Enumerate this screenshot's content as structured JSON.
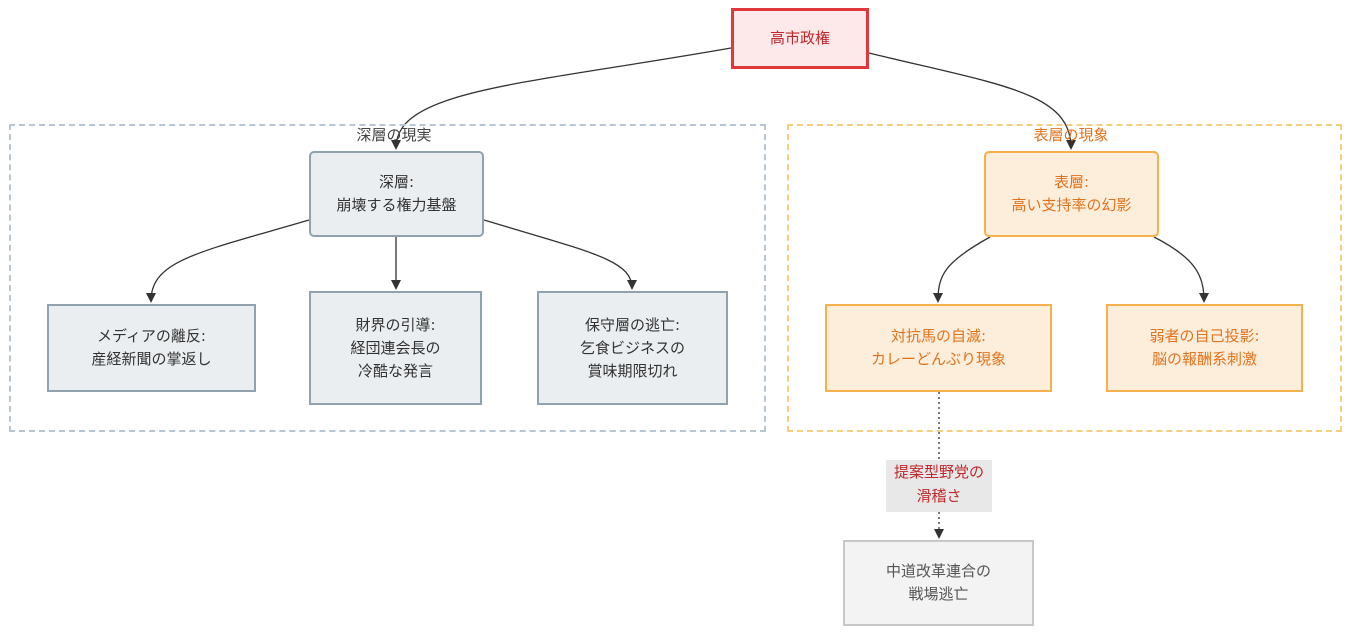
{
  "diagram": {
    "root": {
      "label": "高市政権",
      "colors": {
        "fill": "#fde8ea",
        "stroke": "#e0383c",
        "text": "#c0282b"
      }
    },
    "clusters": [
      {
        "id": "deep",
        "title": "深層の現実",
        "colors": {
          "stroke": "#b7c6d2",
          "text": "#444444"
        },
        "main": {
          "line1": "深層:",
          "line2": "崩壊する権力基盤"
        },
        "children": [
          {
            "id": "media",
            "lines": [
              "メディアの離反:",
              "産経新聞の掌返し"
            ]
          },
          {
            "id": "zaikai",
            "lines": [
              "財界の引導:",
              "経団連会長の",
              "冷酷な発言"
            ]
          },
          {
            "id": "hoshu",
            "lines": [
              "保守層の逃亡:",
              "乞食ビジネスの",
              "賞味期限切れ"
            ]
          }
        ]
      },
      {
        "id": "surface",
        "title": "表層の現象",
        "colors": {
          "stroke": "#f6cf7e",
          "text": "#e2731d",
          "fill": "#fdeedb",
          "node_stroke": "#f6b04c"
        },
        "main": {
          "line1": "表層:",
          "line2": "高い支持率の幻影"
        },
        "children": [
          {
            "id": "taikou",
            "lines": [
              "対抗馬の自滅:",
              "カレーどんぶり現象"
            ]
          },
          {
            "id": "jakusha",
            "lines": [
              "弱者の自己投影:",
              "脳の報酬系刺激"
            ]
          }
        ]
      }
    ],
    "edge_label": {
      "lines": [
        "提案型野党の",
        "滑稽さ"
      ],
      "color": "#c0282b"
    },
    "terminal": {
      "lines": [
        "中道改革連合の",
        "戦場逃亡"
      ]
    },
    "edges": [
      {
        "from": "root",
        "to": "deep",
        "style": "solid"
      },
      {
        "from": "root",
        "to": "surface",
        "style": "solid"
      },
      {
        "from": "deep",
        "to": "media",
        "style": "solid"
      },
      {
        "from": "deep",
        "to": "zaikai",
        "style": "solid"
      },
      {
        "from": "deep",
        "to": "hoshu",
        "style": "solid"
      },
      {
        "from": "surface",
        "to": "taikou",
        "style": "solid"
      },
      {
        "from": "surface",
        "to": "jakusha",
        "style": "solid"
      },
      {
        "from": "taikou",
        "to": "chudo",
        "style": "dotted",
        "label": "提案型野党の滑稽さ"
      }
    ]
  }
}
